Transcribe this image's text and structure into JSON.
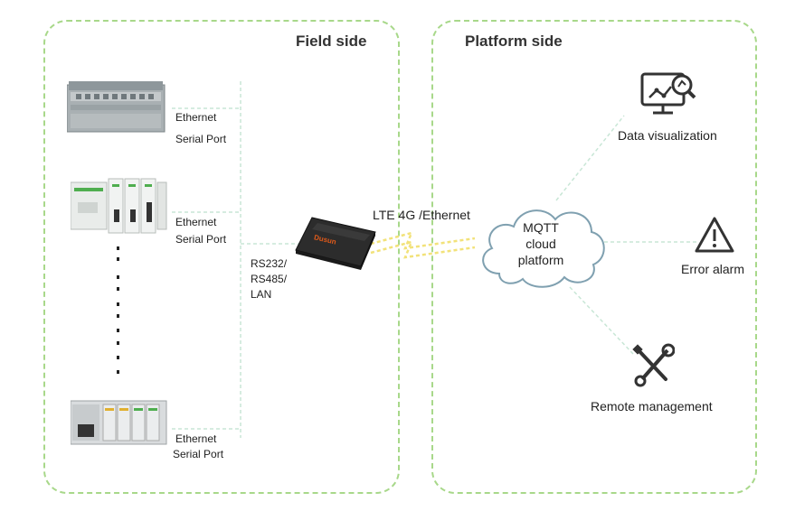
{
  "titles": {
    "field": "Field side",
    "platform": "Platform side"
  },
  "field": {
    "plc1": {
      "eth": "Ethernet",
      "serial": "Serial Port"
    },
    "plc2": {
      "eth": "Ethernet",
      "serial": "Serial Port"
    },
    "plc3": {
      "eth": "Ethernet",
      "serial": "Serial Port"
    },
    "bus_label_lines": [
      "RS232/",
      "RS485/",
      "LAN"
    ],
    "gateway_brand": "Dusun"
  },
  "link_label": "LTE 4G /Ethernet",
  "cloud_label_lines": [
    "MQTT",
    "cloud",
    "platform"
  ],
  "platform": {
    "data_vis": "Data visualization",
    "error_alarm": "Error alarm",
    "remote_mgmt": "Remote management"
  },
  "icons": [
    "data-visualization-icon",
    "warning-triangle-icon",
    "wrench-screwdriver-icon",
    "cloud-icon"
  ],
  "colors": {
    "panel_border": "#a8d88a",
    "link_lines": "#c8e6d6",
    "lightning": "#f2e27a",
    "cloud_stroke": "#7fa0b0",
    "gateway_accent": "#e05a1a"
  }
}
